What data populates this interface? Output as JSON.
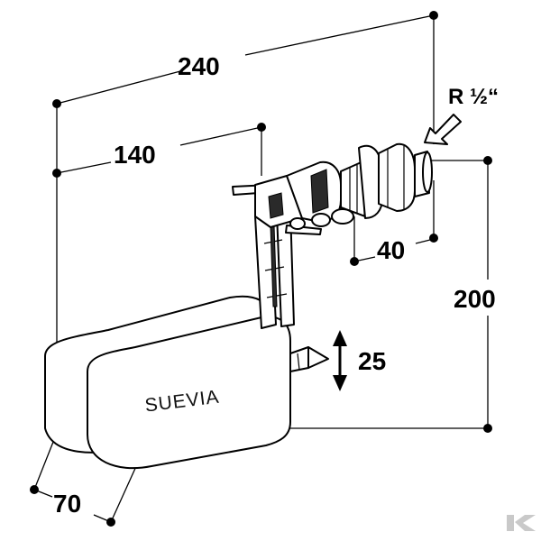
{
  "dimensions": {
    "overall_length": "240",
    "arm_length": "140",
    "thread_to_edge": "40",
    "height": "200",
    "adjustment": "25",
    "float_depth": "70"
  },
  "thread_size": "R ½“",
  "brand": "SUEVIA",
  "colors": {
    "ink": "#000000",
    "background": "#ffffff",
    "logo": "#c9c9c9"
  }
}
